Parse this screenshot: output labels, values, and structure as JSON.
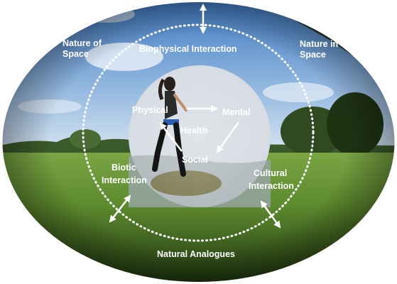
{
  "outer_ring": {
    "top_left_label": [
      "Nature of",
      "Space"
    ],
    "top_right_label": [
      "Nature in",
      "Space"
    ],
    "top_label": "Biophysical Interaction",
    "left_label": [
      "Biotic",
      "Interaction"
    ],
    "right_label": [
      "Cultural",
      "Interaction"
    ],
    "bottom_label": "Natural Analogues"
  },
  "inner_circle": {
    "physical_label": "Physical",
    "mental_label": "Mental",
    "health_label": "Health",
    "social_label": "Social"
  },
  "colors": {
    "sky_top": "#4f86c9",
    "sky_bottom": "#c9dcee",
    "grass_light": "#6f9a3c",
    "grass_dark": "#223a12",
    "text": "#ffffff",
    "ring": "#ffffff"
  }
}
